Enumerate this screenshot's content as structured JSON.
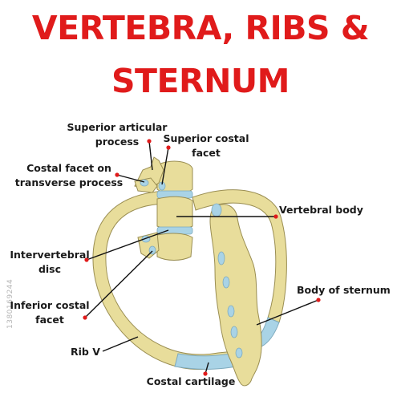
{
  "title": {
    "line1": "VERTEBRA, RIBS &",
    "line2": "STERNUM"
  },
  "labels": {
    "superior_articular_process": [
      "Superior articular",
      "process"
    ],
    "superior_costal_facet": [
      "Superior costal",
      "facet"
    ],
    "costal_facet_transverse": [
      "Costal facet on",
      "transverse process"
    ],
    "vertebral_body": [
      "Vertebral body"
    ],
    "intervertebral_disc": [
      "Intervertebral",
      "disc"
    ],
    "body_of_sternum": [
      "Body of sternum"
    ],
    "inferior_costal_facet": [
      "Inferior costal",
      "facet"
    ],
    "rib_v": [
      "Rib V"
    ],
    "costal_cartilage": [
      "Costal cartilage"
    ]
  },
  "side_id": "1380169244",
  "colors": {
    "title": "#e01b1b",
    "bone": "#e8dd9b",
    "bone_outline": "#9a8e52",
    "cartilage": "#a9d3e6",
    "marker": "#e01b1b",
    "leader": "#111111"
  }
}
